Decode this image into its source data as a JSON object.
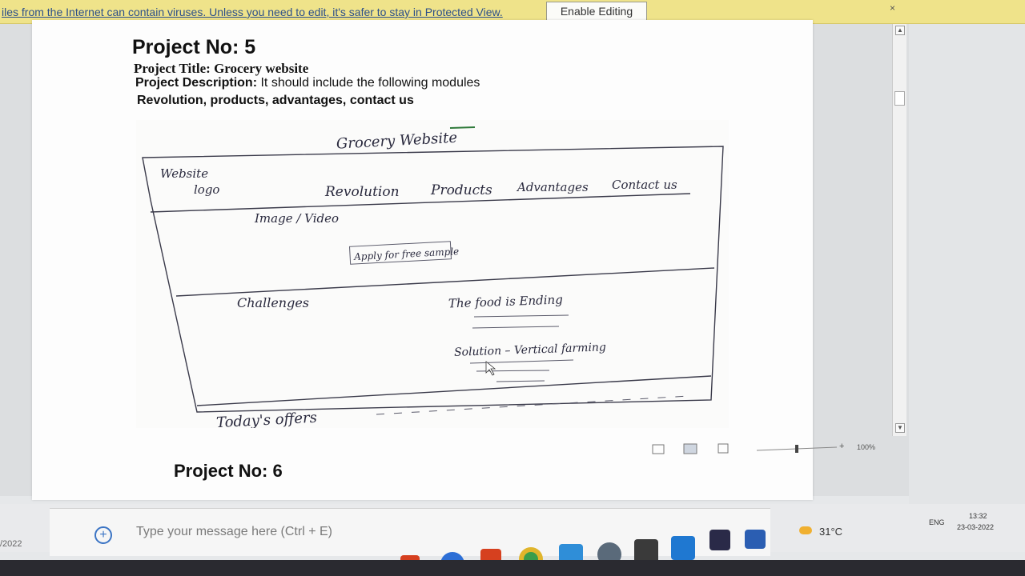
{
  "protected_view": {
    "message": "iles from the Internet can contain viruses. Unless you need to edit, it's safer to stay in Protected View.",
    "enable_button": "Enable Editing",
    "close": "×"
  },
  "document": {
    "project5_heading": "Project No: 5",
    "title_label": "Project Title:",
    "title_value": "Grocery website",
    "description_label": "Project Description:",
    "description_value": "It should include the following modules",
    "modules": "Revolution, products, advantages, contact us",
    "project6_heading": "Project No: 6"
  },
  "sketch": {
    "heading": "Grocery Website",
    "logo_line1": "Website",
    "logo_line2": "logo",
    "nav": [
      "Revolution",
      "Products",
      "Advantages",
      "Contact us"
    ],
    "hero": "Image / Video",
    "cta": "Apply for free sample",
    "challenges": "Challenges",
    "problem": "The food is Ending",
    "solution": "Solution – Vertical farming",
    "offers": "Today's offers"
  },
  "status_bar": {
    "zoom": "100%",
    "plus": "+"
  },
  "taskbar": {
    "chat_placeholder": "Type your message here (Ctrl + E)",
    "left_date": "/2022",
    "temperature": "31°C",
    "language": "ENG",
    "time": "13:32",
    "date": "23-03-2022",
    "apps": [
      "dell-icon",
      "youtube-icon",
      "office-icon",
      "facebook-icon",
      "office-icon",
      "chrome-icon",
      "app-icon",
      "bug-icon",
      "cube-icon",
      "vscode-icon",
      "dev-icon",
      "word-icon"
    ]
  }
}
